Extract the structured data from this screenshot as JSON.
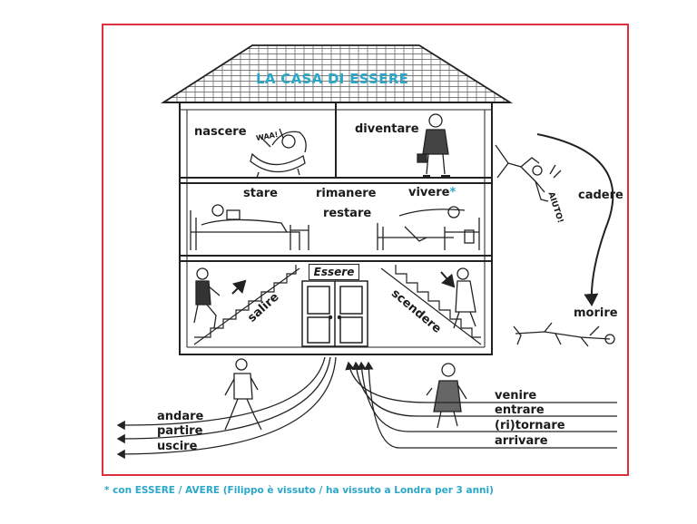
{
  "title": "LA CASA DI ESSERE",
  "door_sign": "Essere",
  "rooms": {
    "top_left": "nascere",
    "top_right": "diventare",
    "middle": [
      "stare",
      "rimanere",
      "restare"
    ],
    "middle_right": "vivere",
    "middle_right_mark": "*",
    "ground_up": "salire",
    "ground_down": "scendere"
  },
  "baby_sound": "WAA!",
  "fall": {
    "shout": "AIUTO!",
    "verb_1": "cadere",
    "verb_2": "morire"
  },
  "outgoing": [
    "andare",
    "partire",
    "uscire"
  ],
  "incoming": [
    "venire",
    "entrare",
    "(ri)tornare",
    "arrivare"
  ],
  "footnote": "* con ESSERE / AVERE (Filippo è vissuto / ha vissuto a Londra per 3 anni)",
  "colors": {
    "frame": "#e0303f",
    "accent": "#2aa7c9",
    "ink": "#222222"
  }
}
